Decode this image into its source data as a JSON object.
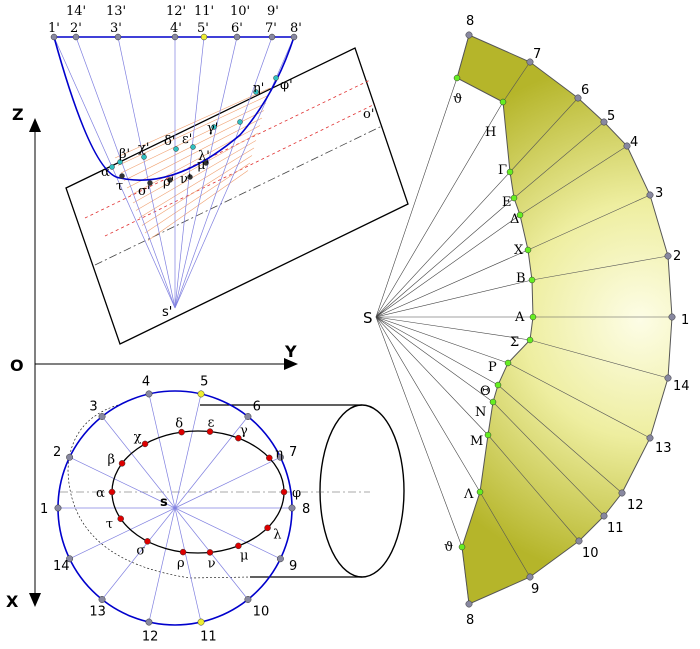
{
  "axes": {
    "z": "Z",
    "y": "Y",
    "x": "X",
    "o": "O"
  },
  "top_view": {
    "apex": "s'",
    "plane": "o'",
    "base_labels": [
      "1'",
      "14'",
      "2'",
      "13'",
      "3'",
      "12'",
      "4'",
      "11'",
      "5'",
      "10'",
      "6'",
      "9'",
      "7'",
      "8'"
    ],
    "curve_labels": [
      "α",
      "τ",
      "β'",
      "σ'",
      "χ'",
      "ρ'",
      "δ'",
      "ν'",
      "ε'",
      "μ'",
      "γ'",
      "λ'",
      "η'",
      "φ'"
    ]
  },
  "plan_view": {
    "apex": "s",
    "circle_labels": [
      "1",
      "2",
      "3",
      "4",
      "5",
      "6",
      "7",
      "8",
      "9",
      "10",
      "11",
      "12",
      "13",
      "14"
    ],
    "ellipse_labels": [
      "α",
      "β",
      "χ",
      "δ",
      "ε",
      "γ",
      "η",
      "φ",
      "λ",
      "μ",
      "ν",
      "ρ",
      "σ",
      "τ"
    ]
  },
  "development": {
    "apex": "S",
    "outer_labels": [
      "8",
      "7",
      "6",
      "5",
      "4",
      "3",
      "2",
      "1",
      "14",
      "13",
      "12",
      "11",
      "10",
      "9",
      "8"
    ],
    "inner_labels": [
      "ϑ",
      "H",
      "Γ",
      "E",
      "Δ",
      "X",
      "B",
      "A",
      "Σ",
      "P",
      "Θ",
      "N",
      "M",
      "Λ",
      "ϑ"
    ]
  },
  "colors": {
    "circle": "#0000cc",
    "rays": "#8080e0",
    "red_point": "#dd0000",
    "green_point": "#66ee22",
    "gray_point": "#8888a0",
    "yellow_point": "#eeee33",
    "fill_light": "#fbfbd0",
    "fill_dark": "#b8b82a"
  }
}
